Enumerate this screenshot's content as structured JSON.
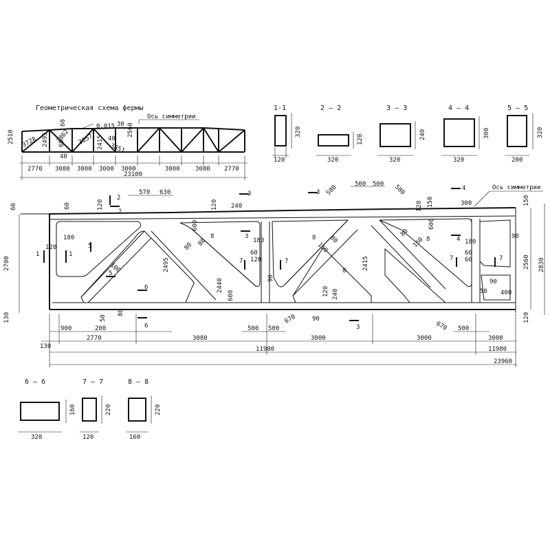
{
  "scheme": {
    "title": "Геометрическая схема фермы",
    "axis_label": "Ось симметрии",
    "slope": "0,015",
    "heights": [
      "2510",
      "60",
      "2560"
    ],
    "members": [
      "3728",
      "2495",
      "3862",
      "40",
      "60",
      "3857",
      "2415",
      "3851",
      "40",
      "30"
    ],
    "spans": [
      "2770",
      "3080",
      "3000",
      "3000",
      "3000",
      "3000",
      "3080",
      "2770"
    ],
    "total": "23100"
  },
  "sections_top": [
    {
      "id": "1-1",
      "w": "120",
      "h": "320"
    },
    {
      "id": "2 – 2",
      "w": "320",
      "h": "120"
    },
    {
      "id": "3 – 3",
      "w": "320",
      "h": "240"
    },
    {
      "id": "4 – 4",
      "w": "320",
      "h": "300"
    },
    {
      "id": "5 – 5",
      "w": "200",
      "h": "320"
    }
  ],
  "sections_bottom": [
    {
      "id": "6 – 6",
      "w": "320",
      "h": "160"
    },
    {
      "id": "7 – 7",
      "w": "120",
      "h": "220"
    },
    {
      "id": "8 – 8",
      "w": "160",
      "h": "220"
    }
  ],
  "elevation": {
    "axis_label": "Ось симметрии",
    "left_height": "2700",
    "right_heights": [
      "2560",
      "2830"
    ],
    "edge_dims": [
      "60",
      "130",
      "150",
      "120"
    ],
    "top_dims": [
      "570",
      "630",
      "580",
      "500",
      "500",
      "580",
      "300"
    ],
    "inner_dims": [
      "60",
      "120",
      "120",
      "180",
      "100",
      "2495",
      "80",
      "600",
      "120",
      "240",
      "80",
      "2440",
      "600",
      "60",
      "120",
      "180",
      "90",
      "160",
      "80",
      "2415",
      "160",
      "80",
      "600",
      "120",
      "180",
      "90",
      "150",
      "60",
      "60",
      "90"
    ],
    "bottom_local": [
      "900",
      "200",
      "50",
      "80",
      "500",
      "500",
      "670",
      "90",
      "120",
      "240",
      "670",
      "500",
      "50",
      "400"
    ],
    "cut_marks": [
      "1",
      "1",
      "2",
      "2",
      "3",
      "3",
      "3",
      "3",
      "4",
      "4",
      "5",
      "5",
      "6",
      "6",
      "7",
      "7",
      "7",
      "7",
      "8",
      "8",
      "8",
      "8"
    ],
    "bottom_spans": [
      "130",
      "2770",
      "3080",
      "3000",
      "3000",
      "3000"
    ],
    "half": "11980",
    "half_right": "11980",
    "total": "23960"
  }
}
